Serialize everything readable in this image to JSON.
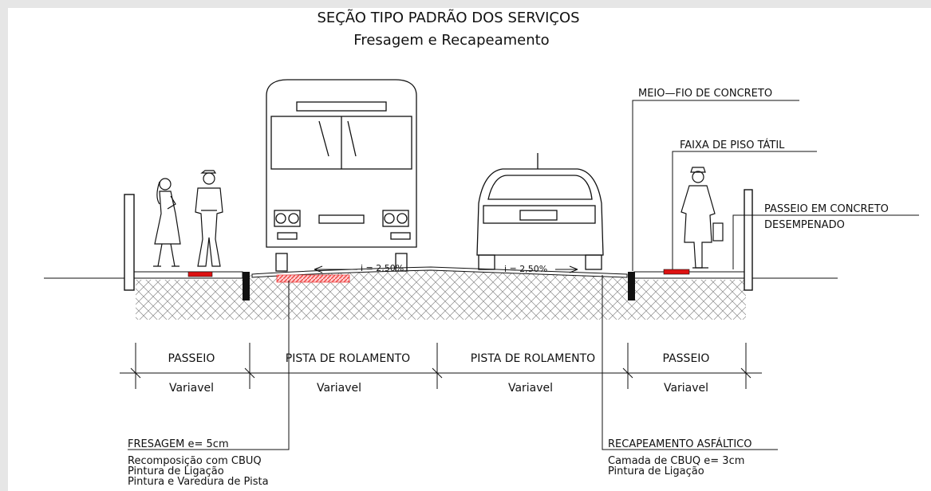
{
  "title": {
    "line1": "SEÇÃO TIPO PADRÃO DOS SERVIÇOS",
    "line2": "Fresagem e Recapeamento"
  },
  "callouts": {
    "meio_fio": "MEIO—FIO DE CONCRETO",
    "faixa_tatil": "FAIXA DE PISO TÁTIL",
    "passeio_concreto_1": "PASSEIO EM CONCRETO",
    "passeio_concreto_2": "DESEMPENADO"
  },
  "slopes": {
    "left": "i = 2,50%",
    "right": "i = 2,50%"
  },
  "sections": [
    {
      "label": "PASSEIO",
      "width": "Variavel"
    },
    {
      "label": "PISTA DE ROLAMENTO",
      "width": "Variavel"
    },
    {
      "label": "PISTA DE ROLAMENTO",
      "width": "Variavel"
    },
    {
      "label": "PASSEIO",
      "width": "Variavel"
    }
  ],
  "notes": {
    "fresagem": {
      "title": "FRESAGEM e= 5cm",
      "lines": [
        "Recomposição com CBUQ",
        "Pintura de Ligação",
        "Pintura e Varedura de Pista"
      ]
    },
    "recapeamento": {
      "title": "RECAPEAMENTO ASFÁLTICO",
      "lines": [
        "Camada de CBUQ e= 3cm",
        "Pintura de Ligação"
      ]
    }
  },
  "colors": {
    "background": "#e6e6e6",
    "paper": "#ffffff",
    "line": "#111111",
    "tactile_strip": "#dd1111",
    "milling_hatch": "#ee4444"
  }
}
